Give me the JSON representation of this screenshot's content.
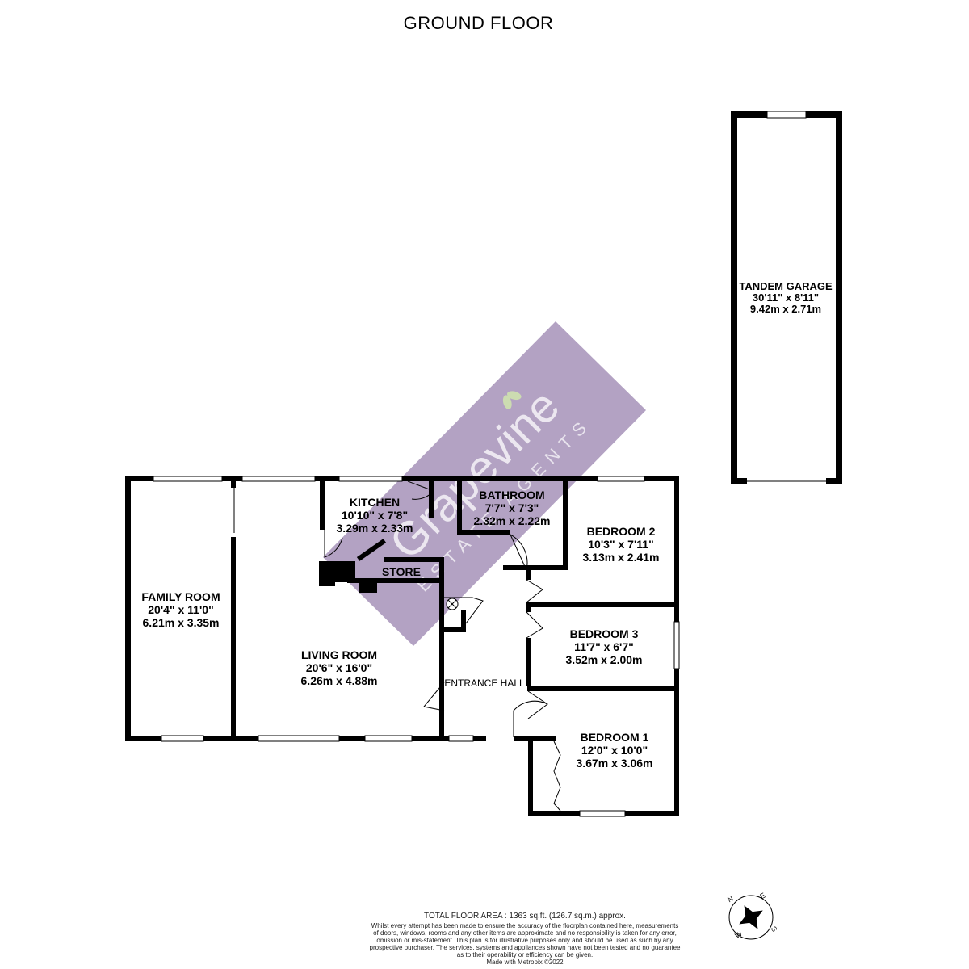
{
  "heading": "GROUND FLOOR",
  "rooms": [
    {
      "id": "family-room",
      "name": "FAMILY ROOM",
      "imperial": "20'4\"  x 11'0\"",
      "metric": "6.21m  x 3.35m"
    },
    {
      "id": "living-room",
      "name": "LIVING ROOM",
      "imperial": "20'6\"  x 16'0\"",
      "metric": "6.26m  x 4.88m"
    },
    {
      "id": "kitchen",
      "name": "KITCHEN",
      "imperial": "10'10\"  x 7'8\"",
      "metric": "3.29m  x 2.33m"
    },
    {
      "id": "bathroom",
      "name": "BATHROOM",
      "imperial": "7'7\"  x 7'3\"",
      "metric": "2.32m  x 2.22m"
    },
    {
      "id": "bedroom-2",
      "name": "BEDROOM 2",
      "imperial": "10'3\"  x 7'11\"",
      "metric": "3.13m  x 2.41m"
    },
    {
      "id": "bedroom-3",
      "name": "BEDROOM 3",
      "imperial": "11'7\"  x 6'7\"",
      "metric": "3.52m  x 2.00m"
    },
    {
      "id": "bedroom-1",
      "name": "BEDROOM 1",
      "imperial": "12'0\"  x 10'0\"",
      "metric": "3.67m  x 3.06m"
    },
    {
      "id": "tandem-garage",
      "name": "TANDEM GARAGE",
      "imperial": "30'11\"  x 8'11\"",
      "metric": "9.42m  x 2.71m"
    }
  ],
  "labels": {
    "store": "STORE",
    "entrance_hall": "ENTRANCE HALL"
  },
  "watermark": {
    "brand": "Grapevine",
    "tagline": "ESTATE AGENTS",
    "color": "#a895bb"
  },
  "compass": {
    "n": "N",
    "e": "E",
    "s": "S",
    "w": "W"
  },
  "footer": {
    "total_area": "TOTAL FLOOR AREA : 1363 sq.ft. (126.7 sq.m.) approx.",
    "disclaimer_lines": [
      "Whilst every attempt has been made to ensure the accuracy of the floorplan contained here, measurements",
      "of doors, windows, rooms and any other items are approximate and no responsibility is taken for any error,",
      "omission or mis-statement. This plan is for illustrative purposes only and should be used as such by any",
      "prospective purchaser. The services, systems and appliances shown have not been tested and no guarantee",
      "as to their operability or efficiency can be given."
    ],
    "made_with": "Made with Metropix ©2022"
  }
}
